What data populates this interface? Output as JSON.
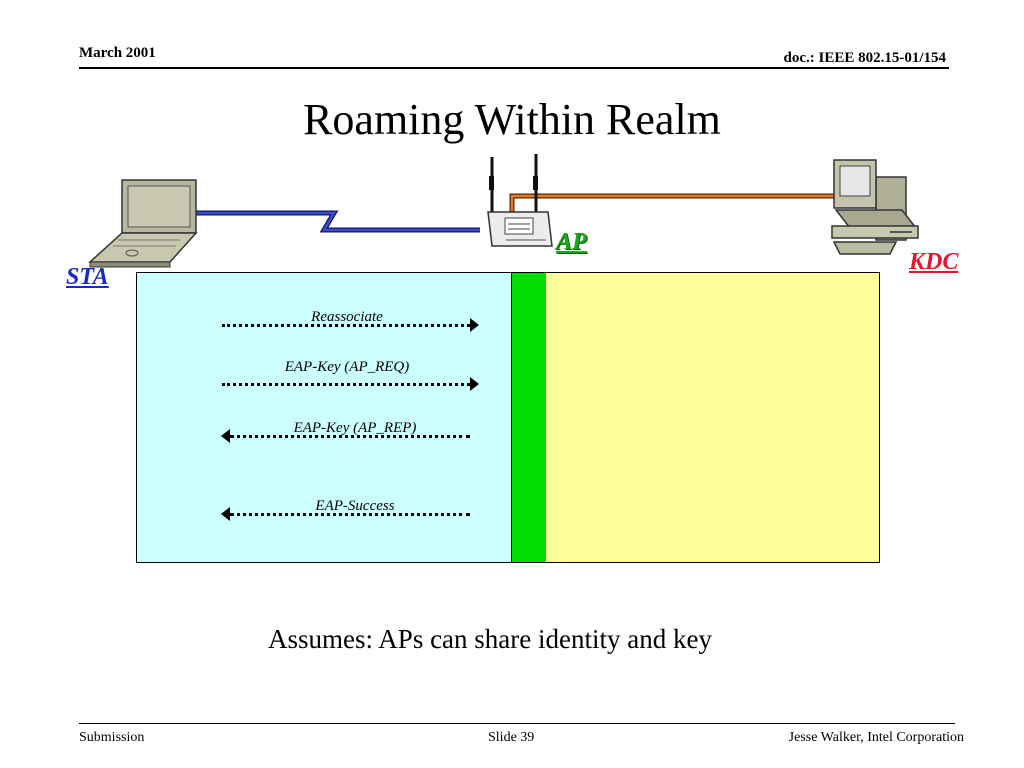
{
  "header": {
    "date": "March 2001",
    "doc": "doc.: IEEE 802.15-01/154"
  },
  "title": "Roaming Within Realm",
  "labels": {
    "sta": "STA",
    "ap": "AP",
    "kdc": "KDC"
  },
  "messages": [
    {
      "text": "Reassociate",
      "direction": "right"
    },
    {
      "text": "EAP-Key (AP_REQ)",
      "direction": "right"
    },
    {
      "text": "EAP-Key (AP_REP)",
      "direction": "left"
    },
    {
      "text": "EAP-Success",
      "direction": "left"
    }
  ],
  "note": "Assumes: APs can share identity and key",
  "footer": {
    "left": "Submission",
    "center": "Slide 39",
    "right": "Jesse Walker, Intel Corporation"
  },
  "colors": {
    "sta_panel": "#ccffff",
    "ap_panel": "#00dd00",
    "kdc_panel": "#ffff99",
    "sta_label": "#1a2bc4",
    "ap_label": "#1ea51e",
    "kdc_label": "#e8142b",
    "wireless_link": "#1f2fa8",
    "wired_link": "#e8731e"
  },
  "icons": [
    "laptop-icon",
    "access-point-icon",
    "desktop-computer-icon"
  ]
}
